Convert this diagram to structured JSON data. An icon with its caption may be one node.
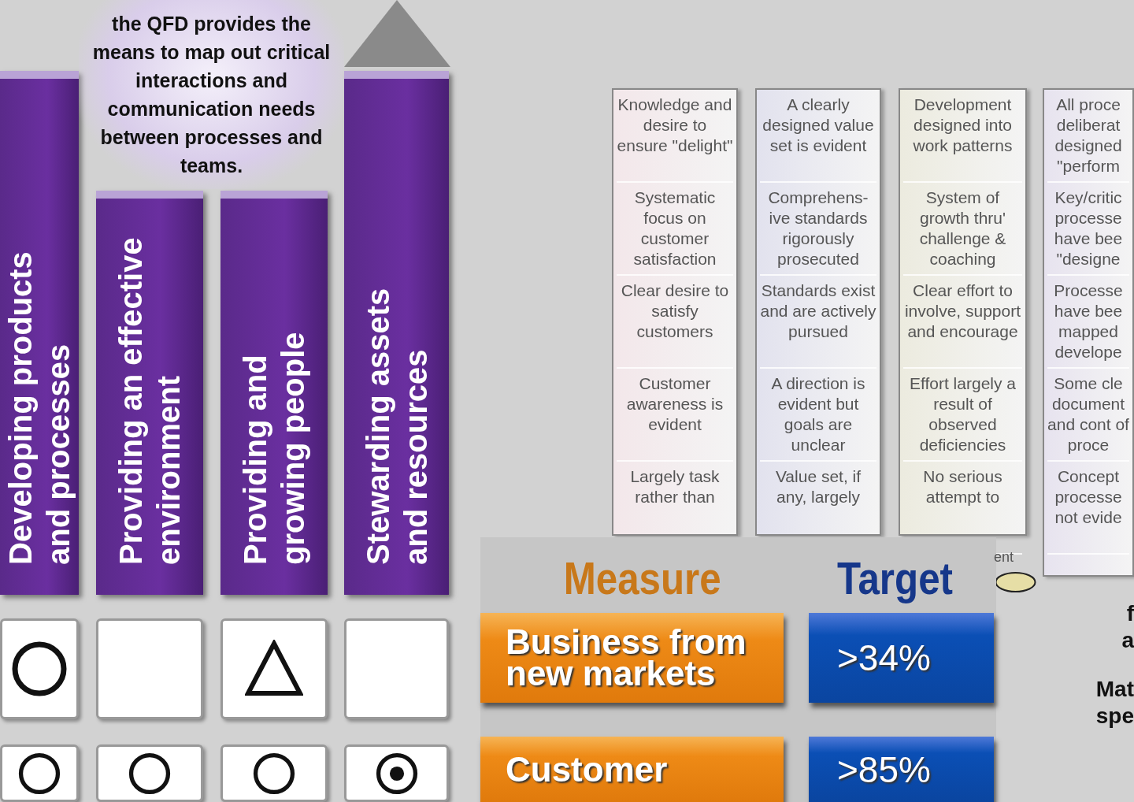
{
  "diagram": {
    "nodes": [
      {
        "text": [
          "the QFD provides the means to map out critical interactions and communication needs between processes and teams."
        ]
      },
      {
        "text": [
          "Developing products and processes"
        ]
      },
      {
        "text": [
          "Providing an effective environment"
        ]
      },
      {
        "text": [
          "Providing and growing people"
        ]
      },
      {
        "text": [
          "Stewarding assets and resources"
        ]
      },
      {
        "text": [],
        "shape": "circle"
      },
      {
        "text": [],
        "shape": "box"
      },
      {
        "text": [],
        "shape": "triangle"
      },
      {
        "text": [],
        "shape": "box"
      },
      {
        "text": [],
        "shape": "circle"
      },
      {
        "text": [],
        "shape": "circle"
      },
      {
        "text": [],
        "shape": "circle"
      },
      {
        "text": [],
        "shape": "bullseye"
      },
      {
        "text": [
          "Knowledge and desire to ensure \"delight\"",
          "Systematic focus on customer satisfaction",
          "Clear desire to satisfy customers",
          "Customer awareness is evident",
          "Largely task rather than"
        ]
      },
      {
        "text": [
          "A clearly designed value set is evident",
          "Comprehens-ive standards rigorously prosecuted",
          "Standards exist and are actively pursued",
          "A direction is evident but goals are unclear",
          "Value set, if any, largely"
        ]
      },
      {
        "text": [
          "Development designed into work patterns",
          "System of growth thru' challenge & coaching",
          "Clear effort to involve, support and encourage",
          "Effort largely a result of observed deficiencies",
          "No serious attempt to"
        ]
      },
      {
        "text": [
          "All proce deliberat designed \"perform",
          "Key/critic processe have bee \"designe",
          "Processe have bee mapped develope",
          "Some cle document and cont of proce",
          "Concept processe not evide"
        ]
      },
      {
        "text": [],
        "shape": "ellipse"
      },
      {
        "text": [
          "Measure",
          "Target"
        ]
      },
      {
        "text": [
          "Business from new markets"
        ],
        "in": 18
      },
      {
        "text": [
          ">34%"
        ],
        "in": 18
      },
      {
        "text": [
          "Customer"
        ],
        "in": 18
      },
      {
        "text": [
          ">85%"
        ],
        "in": 18
      }
    ],
    "labels": [
      "ent",
      "f a",
      "Mat spe"
    ]
  }
}
